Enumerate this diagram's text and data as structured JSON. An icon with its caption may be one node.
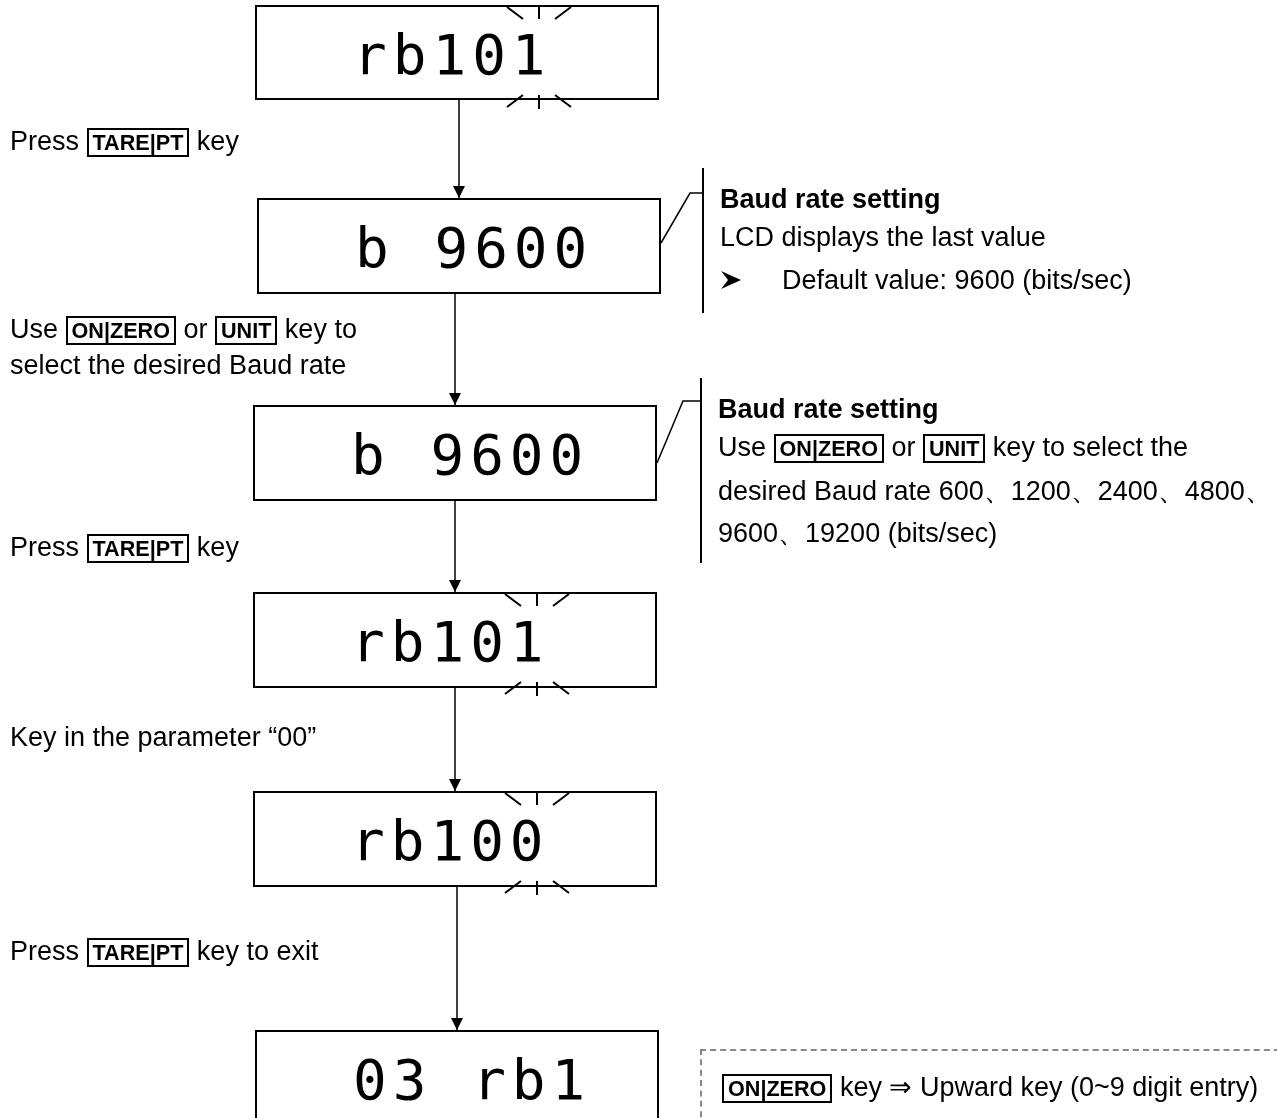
{
  "diagram": {
    "nodes": [
      {
        "text": [
          "rb101"
        ]
      },
      {
        "text": [
          "b 9600"
        ]
      },
      {
        "text": [
          "Baud rate setting",
          "LCD displays the last value",
          "Default value: 9600 (bits/sec)"
        ]
      },
      {
        "text": [
          "b 9600"
        ]
      },
      {
        "text": [
          "Baud rate setting",
          "Use **ON|ZERO** or **UNIT** key to select the desired Baud rate 600、1200、2400、4800、9600、19200 (bits/sec)"
        ]
      },
      {
        "text": [
          "rb101"
        ]
      },
      {
        "text": [
          "rb100"
        ]
      },
      {
        "text": [
          "03 rb1"
        ]
      },
      {
        "text": [
          "**ON|ZERO** key ⇒ Upward key (0~9 digit entry)"
        ]
      }
    ],
    "edges": [
      {
        "from": 0,
        "to": 1,
        "arrow": "to"
      },
      {
        "from": 2,
        "to": 1,
        "arrow": "none"
      },
      {
        "from": 1,
        "to": 3,
        "arrow": "to"
      },
      {
        "from": 4,
        "to": 3,
        "arrow": "none"
      },
      {
        "from": 3,
        "to": 5,
        "arrow": "to"
      },
      {
        "from": 5,
        "to": 6,
        "arrow": "to"
      },
      {
        "from": 6,
        "to": 7,
        "arrow": "to"
      }
    ],
    "labels": [
      "Press **TARE|PT** key",
      "Use **ON|ZERO** or **UNIT** key to select the desired Baud rate",
      "Press **TARE|PT** key",
      "Key in the parameter “00”",
      "Press **TARE|PT** key to exit"
    ]
  }
}
